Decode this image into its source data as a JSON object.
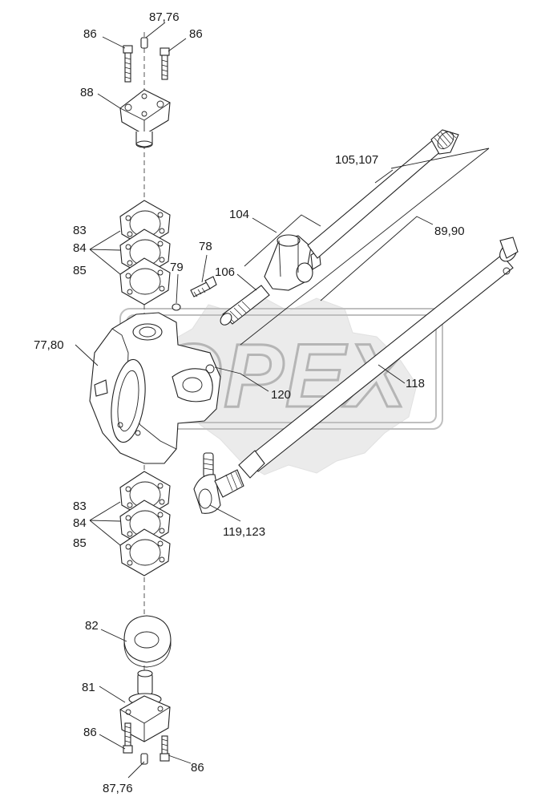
{
  "diagram": {
    "labels": [
      {
        "id": "p86_tl",
        "text": "86"
      },
      {
        "id": "p87_76_top",
        "text": "87,76"
      },
      {
        "id": "p86_tr",
        "text": "86"
      },
      {
        "id": "p88",
        "text": "88"
      },
      {
        "id": "p83_u",
        "text": "83"
      },
      {
        "id": "p84_u",
        "text": "84"
      },
      {
        "id": "p85_u",
        "text": "85"
      },
      {
        "id": "p78",
        "text": "78"
      },
      {
        "id": "p79",
        "text": "79"
      },
      {
        "id": "p77_80",
        "text": "77,80"
      },
      {
        "id": "p104",
        "text": "104"
      },
      {
        "id": "p105_107",
        "text": "105,107"
      },
      {
        "id": "p89_90",
        "text": "89,90"
      },
      {
        "id": "p106",
        "text": "106"
      },
      {
        "id": "p118",
        "text": "118"
      },
      {
        "id": "p120",
        "text": "120"
      },
      {
        "id": "p119_123",
        "text": "119,123"
      },
      {
        "id": "p83_l",
        "text": "83"
      },
      {
        "id": "p84_l",
        "text": "84"
      },
      {
        "id": "p85_l",
        "text": "85"
      },
      {
        "id": "p82",
        "text": "82"
      },
      {
        "id": "p81",
        "text": "81"
      },
      {
        "id": "p86_bl",
        "text": "86"
      },
      {
        "id": "p86_br",
        "text": "86"
      },
      {
        "id": "p87_76_bot",
        "text": "87,76"
      }
    ]
  },
  "watermark": {
    "text": "OPEX",
    "color": "#c8c8c8"
  }
}
